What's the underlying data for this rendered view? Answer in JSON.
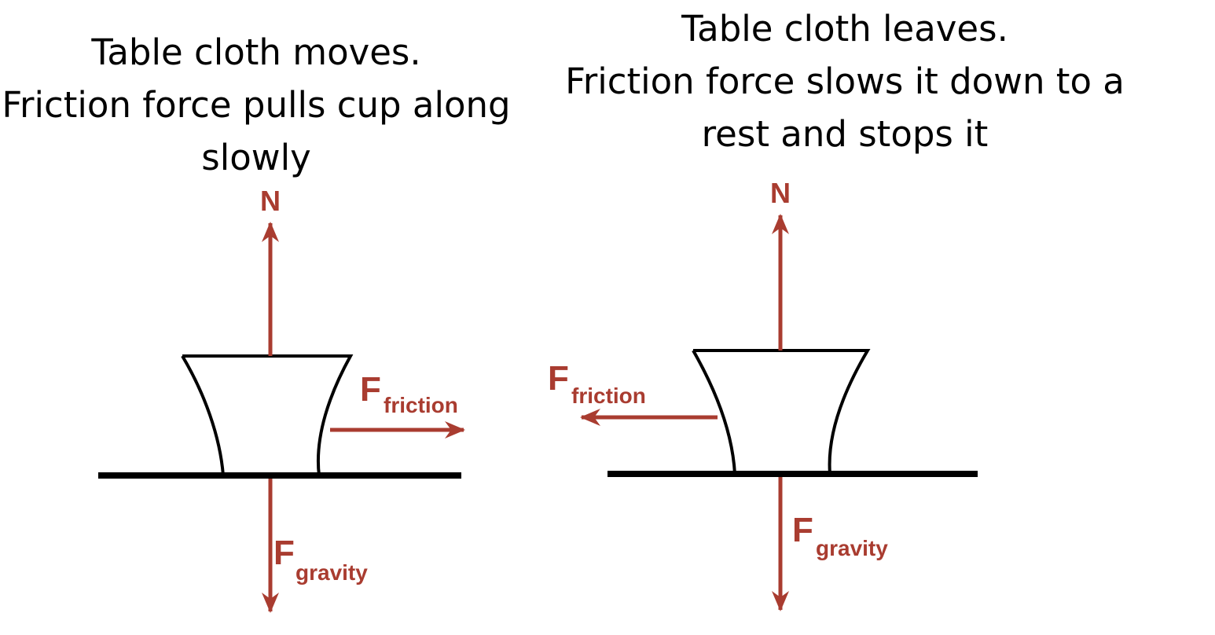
{
  "colors": {
    "force": "#a93c30",
    "outline": "#000000",
    "background": "#ffffff"
  },
  "left_panel": {
    "caption_lines": [
      "Table cloth moves.",
      "Friction force pulls cup along",
      "slowly"
    ],
    "labels": {
      "normal": "N",
      "friction_main": "F",
      "friction_sub": "friction",
      "gravity_main": "F",
      "gravity_sub": "gravity"
    },
    "friction_direction": "right"
  },
  "right_panel": {
    "caption_lines": [
      "Table cloth leaves.",
      "Friction force slows it down to a",
      "rest and stops it"
    ],
    "labels": {
      "normal": "N",
      "friction_main": "F",
      "friction_sub": "friction",
      "gravity_main": "F",
      "gravity_sub": "gravity"
    },
    "friction_direction": "left"
  }
}
